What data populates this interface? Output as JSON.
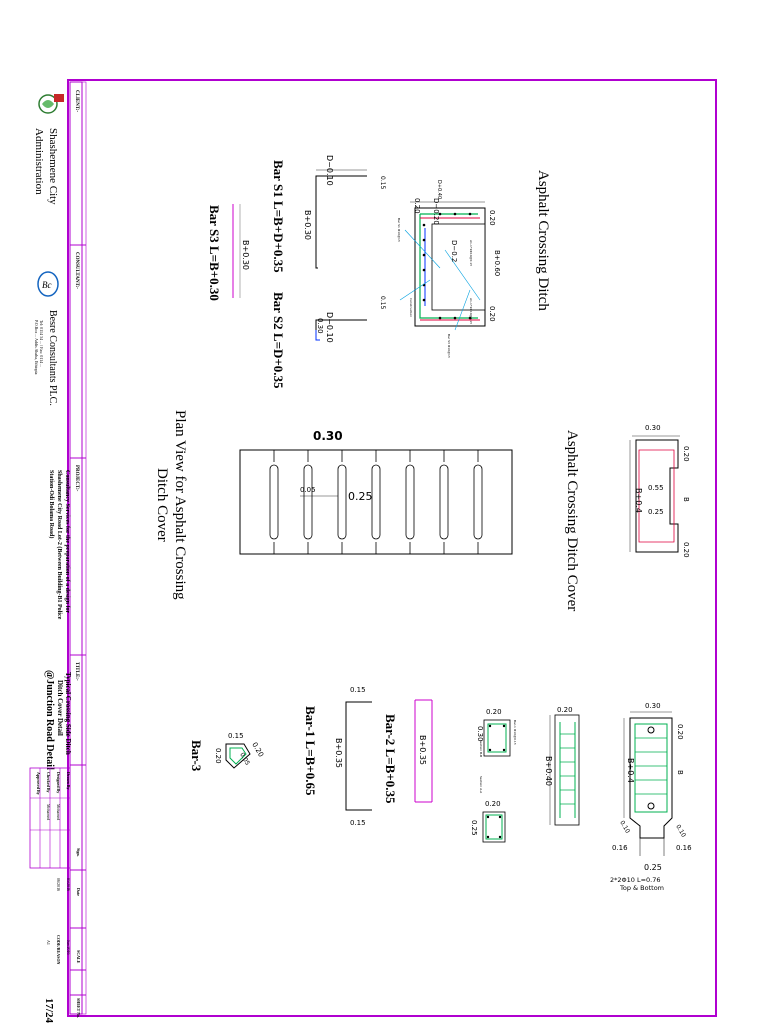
{
  "title_block": {
    "client_label": "CLIENT:-",
    "client_name_line1": "Shashemene City",
    "client_name_line2": "Administration",
    "consultant_label": "CONSULTANT:-",
    "consultant_name": "Besre Consultants PLC.",
    "consultant_addr1": "Tel: 0114 34 ... / Fax: 0114 ...",
    "consultant_addr2": "P.O.Box ... Addis Ababa, Ethiopia",
    "project_label": "PROJECT:-",
    "project_line1": "Consultancy Services for the preparation of a design for",
    "project_line2": "Shashemene City Road Lot-2 (Between Building-B1 Police",
    "project_line3": "Station-Odi Bolama Road)",
    "title_label": "TITLE:-",
    "title_line1": "Typical Crossing Side Ditch",
    "title_line2": "Ditch Cover Detail",
    "title_line3": "@Junction Road Detail",
    "sign_rows": [
      "Drawn By",
      "Designed By",
      "Checked By",
      "Approved By"
    ],
    "sign_names": [
      "",
      "Mohamed",
      "Mohamed",
      ""
    ],
    "sign_header": "Sign.",
    "date_header": "Date",
    "date_values": [
      "05/2016",
      "06/2016"
    ],
    "scale_header": "SCALE",
    "scale_value": "Jun 2016",
    "scale_label2": "CODE/REASON",
    "scale_value2": "A1",
    "sheet_no_label": "SHEET No.",
    "sheet_no": "17/24"
  },
  "drawing": {
    "ditch": {
      "title": "Asphalt Crossing Ditch",
      "dim_d010": "D−0.10",
      "dim_015a": "0.15",
      "dim_b030": "B+0.30",
      "bar_s1": "Bar S1 L=B+D+0.35",
      "bar_s2": "Bar S2 L=D+0.35",
      "dim_015b": "0.15",
      "dim_030": "0.30",
      "dim_d010b": "D−0.10",
      "dim_b030b": "B+0.30",
      "bar_s3": "Bar S3 L=B+0.30",
      "dim_020a": "0.20",
      "dim_d020": "D−0.20",
      "dim_d020b": "D−0.2",
      "dim_d040": "D+0.40",
      "dim_b060": "B+0.60",
      "dim_020b": "0.20",
      "dim_020c": "0.20"
    },
    "cover": {
      "title": "Asphalt Crossing Ditch Cover",
      "dim_030": "0.30",
      "dim_020a": "0.20",
      "dim_b": "B",
      "dim_b04": "B+0.4",
      "dim_055": "0.55",
      "dim_025": "0.25",
      "dim_020b": "0.20"
    },
    "plan": {
      "title_line1": "Plan View for Asphalt Crossing",
      "title_line2": "Ditch Cover",
      "dim_030": "0.30",
      "dim_005": "0.05",
      "dim_025": "0.25"
    },
    "bars": {
      "bar1_label": "Bar-1 L=B+0.65",
      "bar1_b035": "B+0.35",
      "bar1_015a": "0.15",
      "bar1_015b": "0.15",
      "bar2_label": "Bar-2 L=B+0.35",
      "bar2_b035": "B+0.35",
      "bar3_label": "Bar-3",
      "bar3_015": "0.15",
      "bar3_020a": "0.20",
      "bar3_020b": "0.20",
      "bar3_005": "0.05"
    },
    "sections": {
      "sec_020a": "0.20",
      "sec_030": "0.30",
      "sec_020b": "0.20",
      "sec_025": "0.25",
      "sec_b040": "B+0.40",
      "sec_020c": "0.20"
    },
    "detail": {
      "dim_030": "0.30",
      "dim_020": "0.20",
      "dim_b": "B",
      "dim_b04": "B+0.4",
      "dim_010a": "0.10",
      "dim_010b": "0.10",
      "dim_016a": "0.16",
      "dim_016b": "0.16",
      "dim_025": "0.25",
      "note_line1": "2*2Φ10 L=0.76",
      "note_line2": "Top & Bottom"
    }
  },
  "colors": {
    "border": "#b000d0",
    "dim": "#e0003c",
    "rebar": "#00b050",
    "leader": "#00a0e0",
    "blue": "#0030ff"
  }
}
